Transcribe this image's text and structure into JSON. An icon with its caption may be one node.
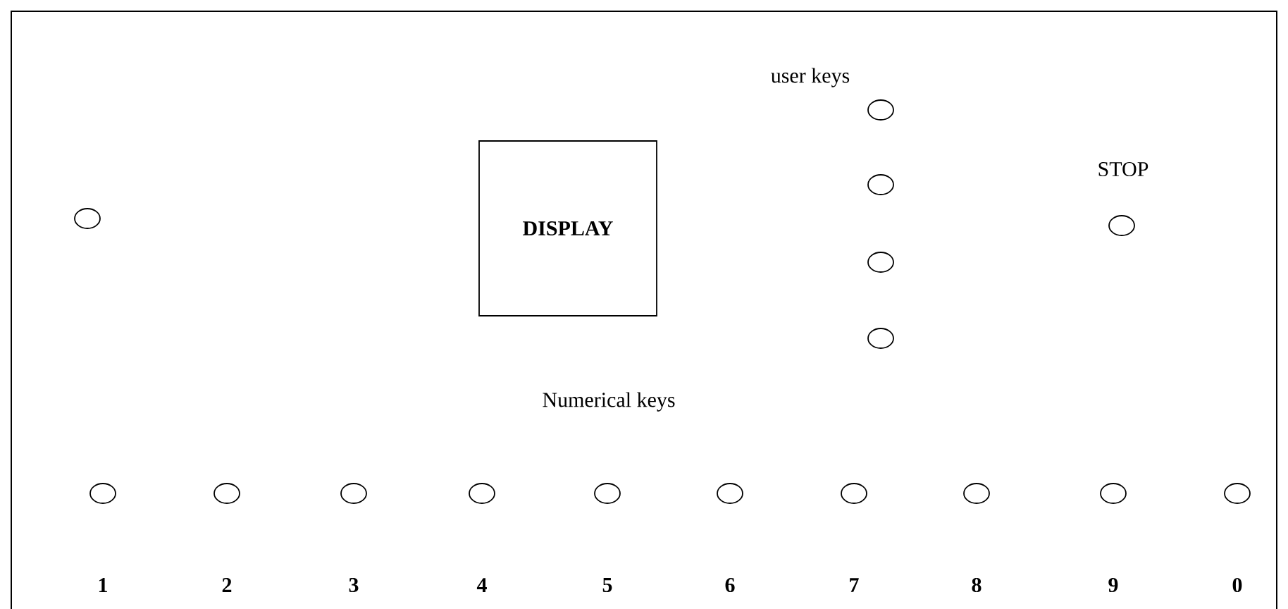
{
  "diagram": {
    "nodes": [
      {
        "text": [
          "DISPLAY"
        ]
      },
      {
        "text": [],
        "shape": "circle"
      },
      {
        "text": [],
        "shape": "circle"
      },
      {
        "text": [],
        "shape": "circle"
      },
      {
        "text": [],
        "shape": "circle"
      },
      {
        "text": [],
        "shape": "circle"
      },
      {
        "text": [],
        "shape": "circle",
        "beside": [
          "STOP"
        ]
      },
      {
        "text": [],
        "shape": "circle",
        "beside": [
          "1"
        ]
      },
      {
        "text": [],
        "shape": "circle",
        "beside": [
          "2"
        ]
      },
      {
        "text": [],
        "shape": "circle",
        "beside": [
          "3"
        ]
      },
      {
        "text": [],
        "shape": "circle",
        "beside": [
          "4"
        ]
      },
      {
        "text": [],
        "shape": "circle",
        "beside": [
          "5"
        ]
      },
      {
        "text": [],
        "shape": "circle",
        "beside": [
          "6"
        ]
      },
      {
        "text": [],
        "shape": "circle",
        "beside": [
          "7"
        ]
      },
      {
        "text": [],
        "shape": "circle",
        "beside": [
          "8"
        ]
      },
      {
        "text": [],
        "shape": "circle",
        "beside": [
          "9"
        ]
      },
      {
        "text": [],
        "shape": "circle",
        "beside": [
          "0"
        ]
      }
    ],
    "labels": [
      "user keys",
      "Numerical keys"
    ]
  }
}
